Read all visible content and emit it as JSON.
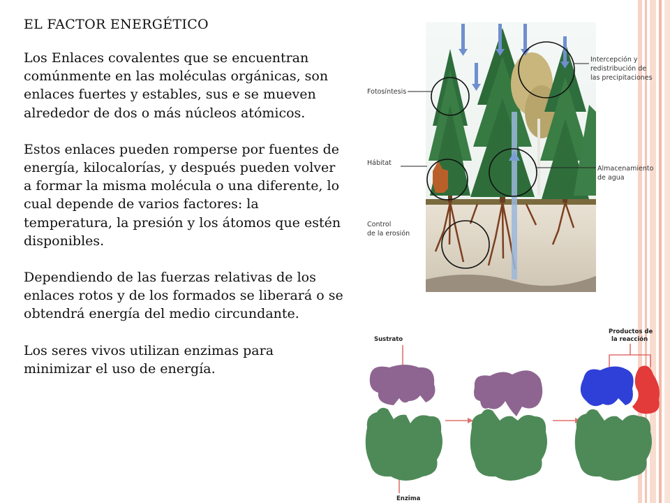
{
  "slide": {
    "title": "EL FACTOR ENERGÉTICO",
    "paragraphs": [
      "Los Enlaces covalentes que se encuentran comúnmente en las moléculas orgánicas, son enlaces fuertes y estables, sus e se mueven alrededor de dos o más núcleos atómicos.",
      "Estos enlaces pueden romperse por fuentes de energía, kilocalorías, y después pueden volver a formar la misma molécula o una diferente, lo cual depende de varios factores: la temperatura, la presión y los átomos que estén disponibles.",
      "Dependiendo de las fuerzas relativas de los enlaces rotos y de los formados se liberará o se obtendrá energía del medio circundante.",
      "Los seres vivos utilizan enzimas para minimizar el uso de energía."
    ]
  },
  "forest_figure": {
    "labels": {
      "fotosintesis": "Fotosíntesis",
      "habitat": "Hábitat",
      "control_1": "Control",
      "control_2": "de la erosión",
      "intercepcion_1": "Intercepción y",
      "intercepcion_2": "redistribución de",
      "intercepcion_3": "las precipitaciones",
      "almacenamiento_1": "Almacenamiento",
      "almacenamiento_2": "de agua"
    }
  },
  "enzyme_figure": {
    "labels": {
      "sustrato": "Sustrato",
      "productos_1": "Productos de",
      "productos_2": "la reacción",
      "enzima": "Enzima"
    },
    "colors": {
      "substrate": "#8e6591",
      "enzyme": "#4e8a58",
      "product_blue": "#2f40d8",
      "product_red": "#e33a3a",
      "arrow": "#e0706b"
    }
  }
}
